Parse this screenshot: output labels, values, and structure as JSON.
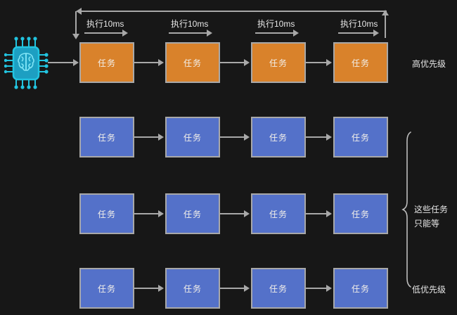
{
  "diagram": {
    "title_semantics": "cpu-task-scheduling-priority-diagram",
    "background_color": "#171717",
    "processor": {
      "icon": "ai-chip-brain-icon",
      "color": "#22c4e0"
    },
    "colors": {
      "high_priority_box": "#d9822b",
      "low_priority_box": "#5471c9",
      "box_border": "#a8a8a8",
      "line": "#a8a8a8",
      "text": "#e6e6e6"
    },
    "box_label": "任务",
    "exec_labels": [
      "执行10ms",
      "执行10ms",
      "执行10ms",
      "执行10ms"
    ],
    "side_labels": {
      "high": "高优先级",
      "waiting_line1": "这些任务",
      "waiting_line2": "只能等",
      "low": "低优先级"
    },
    "rows": [
      {
        "name": "high-priority-row",
        "priority": "high",
        "style": "hi",
        "tasks": [
          "任务",
          "任务",
          "任务",
          "任务"
        ]
      },
      {
        "name": "low-priority-row-1",
        "priority": "low",
        "style": "lo",
        "tasks": [
          "任务",
          "任务",
          "任务",
          "任务"
        ]
      },
      {
        "name": "low-priority-row-2",
        "priority": "low",
        "style": "lo",
        "tasks": [
          "任务",
          "任务",
          "任务",
          "任务"
        ]
      },
      {
        "name": "low-priority-row-3",
        "priority": "low",
        "style": "lo",
        "tasks": [
          "任务",
          "任务",
          "任务",
          "任务"
        ]
      }
    ]
  }
}
